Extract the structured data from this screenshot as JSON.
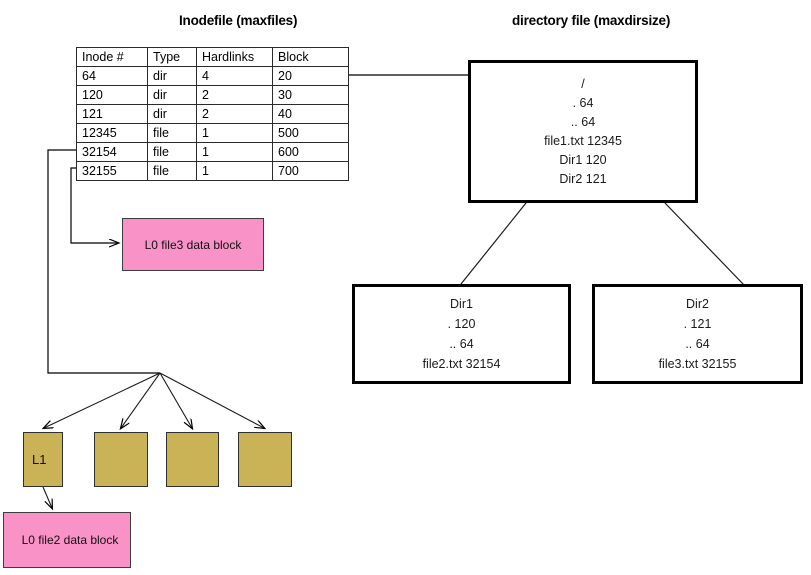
{
  "titles": {
    "inodefile": "Inodefile (maxfiles)",
    "directory_file": "directory file (maxdirsize)"
  },
  "inode_table": {
    "headers": [
      "Inode #",
      "Type",
      "Hardlinks",
      "Block"
    ],
    "rows": [
      [
        "64",
        "dir",
        "4",
        "20"
      ],
      [
        "120",
        "dir",
        "2",
        "30"
      ],
      [
        "121",
        "dir",
        "2",
        "40"
      ],
      [
        "12345",
        "file",
        "1",
        "500"
      ],
      [
        "32154",
        "file",
        "1",
        "600"
      ],
      [
        "32155",
        "file",
        "1",
        "700"
      ]
    ]
  },
  "root_dir_box": {
    "lines": [
      "/",
      ". 64",
      ".. 64",
      "file1.txt 12345",
      "Dir1 120",
      "Dir2 121"
    ]
  },
  "dir1_box": {
    "lines": [
      "Dir1",
      ". 120",
      ".. 64",
      "file2.txt 32154"
    ]
  },
  "dir2_box": {
    "lines": [
      "Dir2",
      ". 121",
      ".. 64",
      "file3.txt 32155"
    ]
  },
  "data_blocks": {
    "l0_file3": "L0 file3 data block",
    "l0_file2": "L0 file2 data block"
  },
  "indirect_blocks": [
    {
      "label": "L1"
    },
    {
      "label": ""
    },
    {
      "label": ""
    },
    {
      "label": ""
    }
  ],
  "colors": {
    "pink_block": "#F992C6",
    "tan_block": "#C9B356",
    "box_border": "#000000",
    "background": "#FFFFFF"
  }
}
